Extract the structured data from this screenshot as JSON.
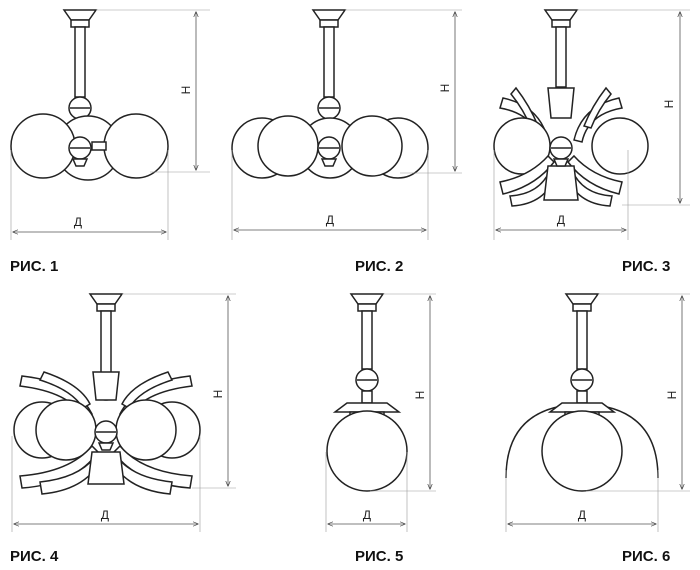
{
  "figures": [
    {
      "caption": "РИС. 1",
      "width_label": "Д",
      "height_label": "Н"
    },
    {
      "caption": "РИС. 2",
      "width_label": "Д",
      "height_label": "Н"
    },
    {
      "caption": "РИС. 3",
      "width_label": "Д",
      "height_label": "Н"
    },
    {
      "caption": "РИС. 4",
      "width_label": "Д",
      "height_label": "Н"
    },
    {
      "caption": "РИС. 5",
      "width_label": "Д",
      "height_label": "Н"
    },
    {
      "caption": "РИС. 6",
      "width_label": "Д",
      "height_label": "Н"
    }
  ]
}
